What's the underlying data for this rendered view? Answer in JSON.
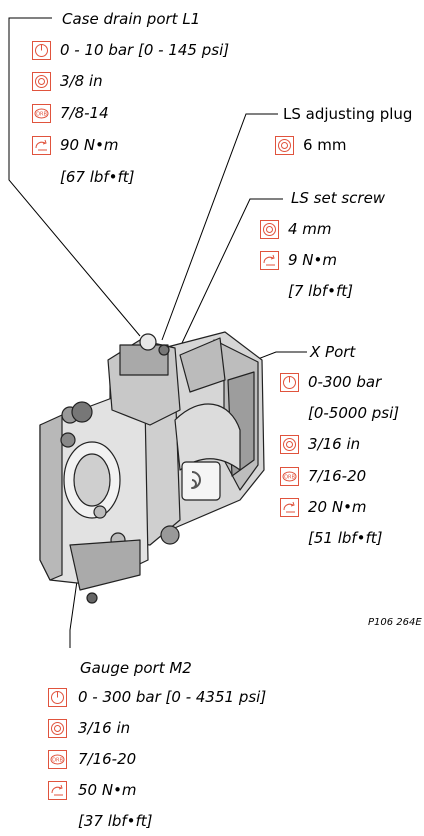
{
  "case_drain": {
    "title": "Case drain port L1",
    "pressure": "0 - 10 bar [0 - 145 psi]",
    "hex": "3/8 in",
    "orb": "7/8-14",
    "torque": "90 N•m",
    "torque_imperial": "[67 lbf•ft]"
  },
  "ls_plug": {
    "title": "LS adjusting plug",
    "hex": "6 mm"
  },
  "ls_screw": {
    "title": "LS set screw",
    "hex": "4 mm",
    "torque": "9 N•m",
    "torque_imperial": "[7 lbf•ft]"
  },
  "x_port": {
    "title": "X Port",
    "pressure": "0-300 bar",
    "pressure_imperial": "[0-5000 psi]",
    "hex": "3/16 in",
    "orb": "7/16-20",
    "torque": "20 N•m",
    "torque_imperial": "[51 lbf•ft]"
  },
  "gauge_port": {
    "title": "Gauge port M2",
    "pressure": "0 - 300 bar [0 - 4351 psi]",
    "hex": "3/16 in",
    "orb": "7/16-20",
    "torque": "50 N•m",
    "torque_imperial": "[37 lbf•ft]"
  },
  "figure_code": "P106 264E",
  "icons": {
    "pressure": "pressure-gauge-icon",
    "hex": "hex-key-icon",
    "orb": "orb-fitting-icon",
    "torque": "torque-wrench-icon",
    "orb_text": "ORB"
  },
  "colors": {
    "icon_border": "#e0533d",
    "line": "#000000"
  }
}
